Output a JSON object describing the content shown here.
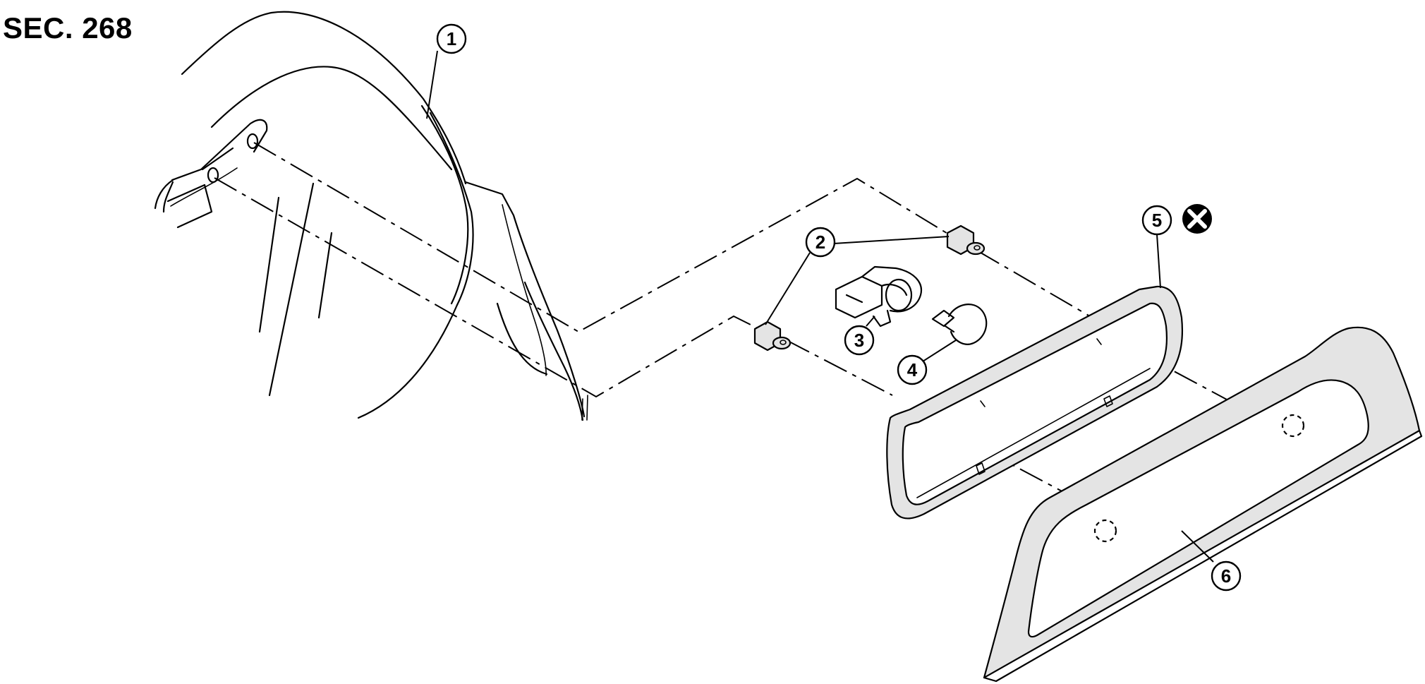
{
  "section_label": "SEC. 268",
  "callouts": [
    {
      "id": "1",
      "label": "1"
    },
    {
      "id": "2",
      "label": "2"
    },
    {
      "id": "3",
      "label": "3"
    },
    {
      "id": "4",
      "label": "4"
    },
    {
      "id": "5",
      "label": "5"
    },
    {
      "id": "6",
      "label": "6"
    }
  ],
  "symbols": {
    "non_reusable": "non-reusable-x-icon"
  },
  "colors": {
    "line": "#000000",
    "part_fill": "#e4e4e4",
    "background": "#ffffff"
  }
}
